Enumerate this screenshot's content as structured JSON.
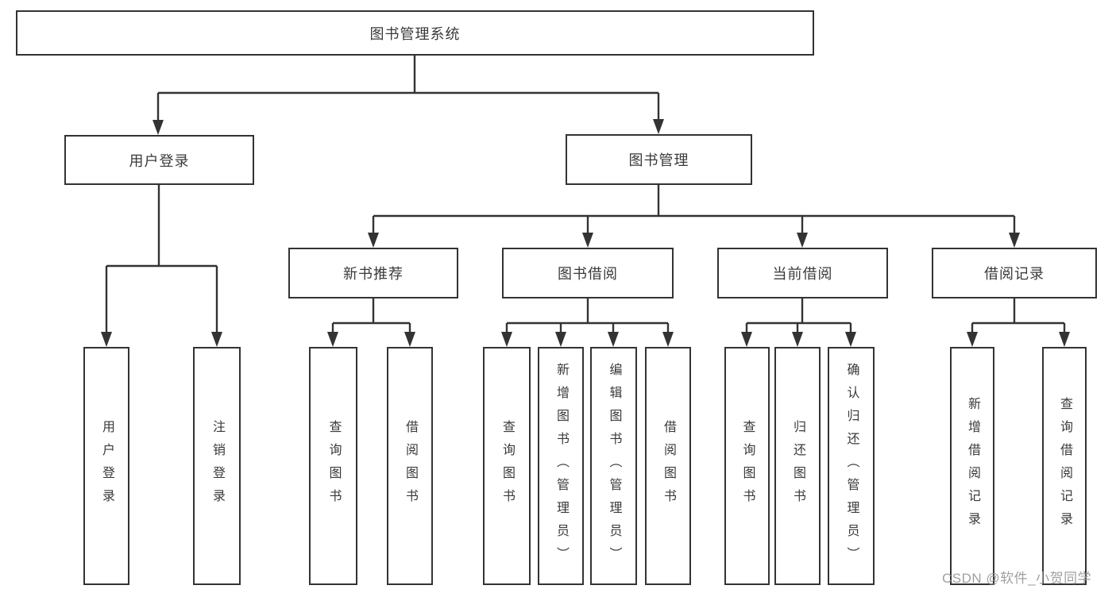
{
  "diagram": {
    "type": "hierarchy-tree",
    "tree": {
      "root": {
        "label": "图书管理系统",
        "children": [
          {
            "label": "用户登录",
            "children": [
              {
                "label": "用户登录"
              },
              {
                "label": "注销登录"
              }
            ]
          },
          {
            "label": "图书管理",
            "children": [
              {
                "label": "新书推荐",
                "children": [
                  {
                    "label": "查询图书"
                  },
                  {
                    "label": "借阅图书"
                  }
                ]
              },
              {
                "label": "图书借阅",
                "children": [
                  {
                    "label": "查询图书"
                  },
                  {
                    "label": "新增图书（管理员）"
                  },
                  {
                    "label": "编辑图书（管理员）"
                  },
                  {
                    "label": "借阅图书"
                  }
                ]
              },
              {
                "label": "当前借阅",
                "children": [
                  {
                    "label": "查询图书"
                  },
                  {
                    "label": "归还图书"
                  },
                  {
                    "label": "确认归还（管理员）"
                  }
                ]
              },
              {
                "label": "借阅记录",
                "children": [
                  {
                    "label": "新增借阅记录"
                  },
                  {
                    "label": "查询借阅记录"
                  }
                ]
              }
            ]
          }
        ]
      }
    },
    "colors": {
      "line": "#333333",
      "box_bg": "#ffffff",
      "text": "#3a3a3a",
      "watermark": "#9b9b9b"
    }
  },
  "watermark": {
    "text": "CSDN @软件_小贺同学"
  }
}
